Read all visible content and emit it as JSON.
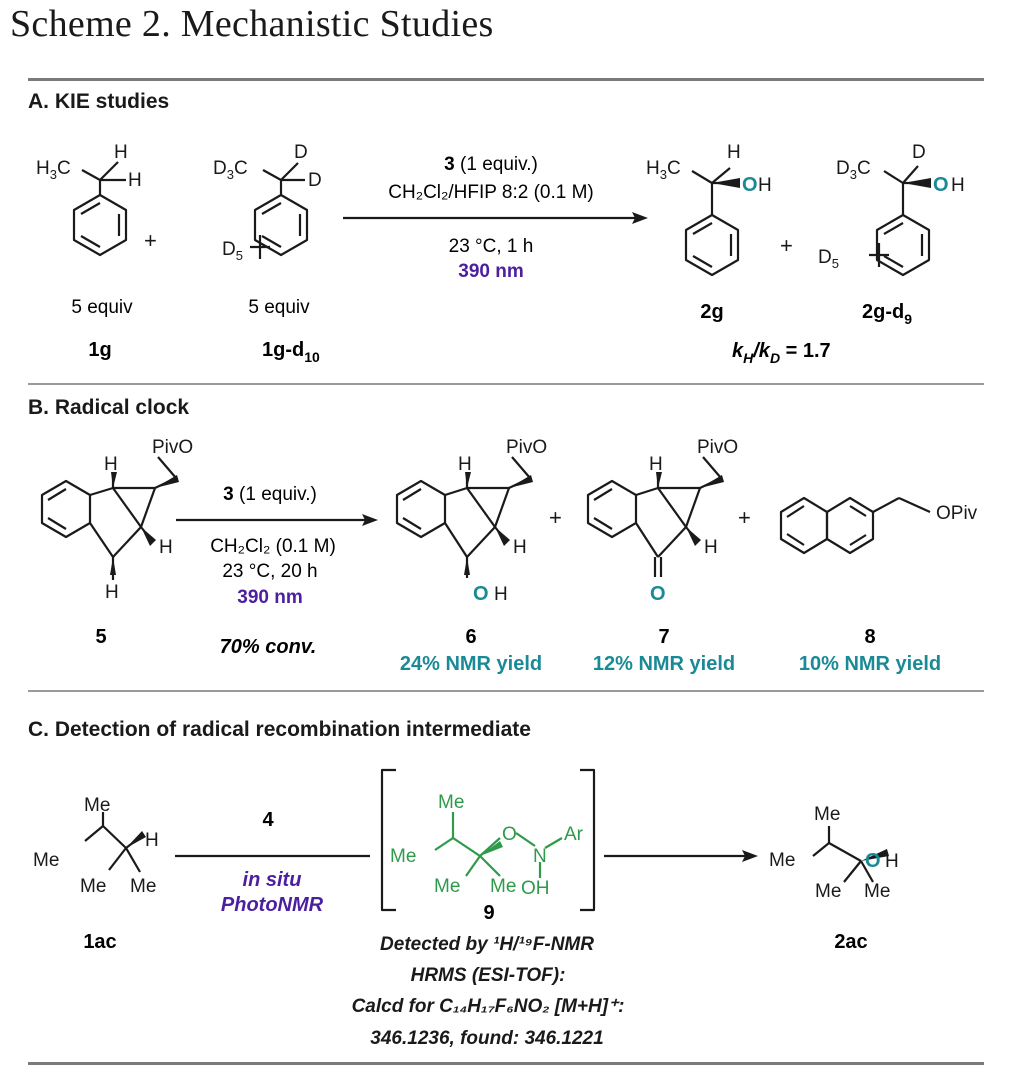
{
  "title": "Scheme 2. Mechanistic Studies",
  "colors": {
    "teal": "#1a8a96",
    "purple": "#4b1fa0",
    "green": "#2e9a4a"
  },
  "sectionA": {
    "heading": "A. KIE studies",
    "sm1": {
      "id": "1g",
      "equiv": "5 equiv"
    },
    "sm2": {
      "id": "1g-d",
      "sub": "10",
      "equiv": "5 equiv"
    },
    "reagent": "3",
    "reagent_equiv": "(1 equiv.)",
    "solvent": "CH₂Cl₂/HFIP 8:2 (0.1 M)",
    "conditions": "23 °C, 1 h",
    "light": "390 nm",
    "p1": {
      "id": "2g"
    },
    "p2": {
      "id": "2g-d",
      "sub": "9"
    },
    "kie": "= 1.7"
  },
  "sectionB": {
    "heading": "B. Radical clock",
    "sm": {
      "id": "5",
      "note": "70% conv."
    },
    "reagent": "3",
    "reagent_equiv": "(1 equiv.)",
    "solvent": "CH₂Cl₂ (0.1 M)",
    "conditions": "23 °C, 20 h",
    "light": "390 nm",
    "p6": {
      "id": "6",
      "yield": "24% NMR yield"
    },
    "p7": {
      "id": "7",
      "yield": "12% NMR yield"
    },
    "p8": {
      "id": "8",
      "yield": "10% NMR yield"
    }
  },
  "sectionC": {
    "heading": "C. Detection of radical recombination intermediate",
    "sm": {
      "id": "1ac"
    },
    "reagent": "4",
    "method1": "in situ",
    "method2": "PhotoNMR",
    "intermediate": {
      "id": "9"
    },
    "product": {
      "id": "2ac"
    },
    "note_line1": "Detected by ¹H/¹⁹F-NMR",
    "note_line2": "HRMS (ESI-TOF):",
    "note_line3": "Calcd for C₁₄H₁₇F₆NO₂ [M+H]⁺:",
    "note_line4": "346.1236, found: 346.1221"
  }
}
